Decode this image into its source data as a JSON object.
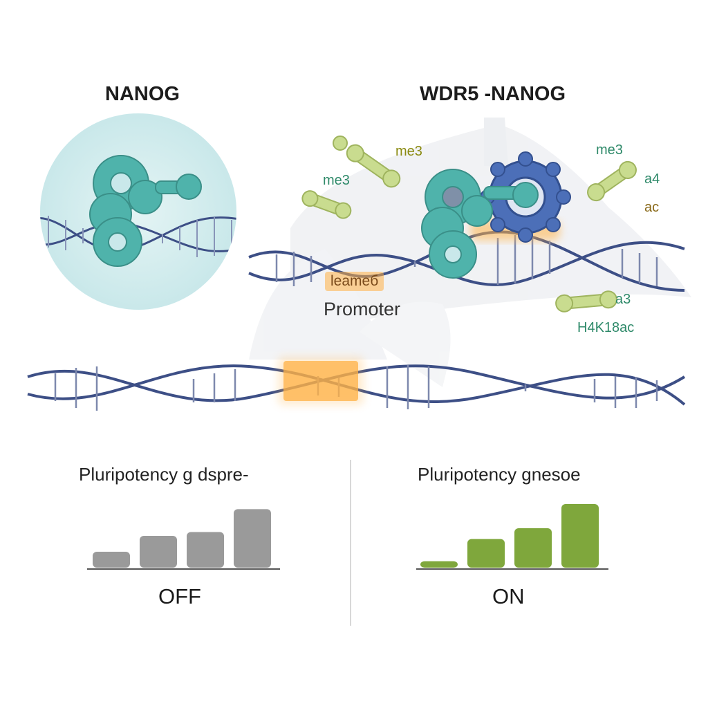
{
  "titles": {
    "left": "NANOG",
    "right": "WDR5 -NANOG"
  },
  "marks": {
    "me3_top": "me3",
    "me3_left": "me3",
    "me3_right": "me3",
    "a4": "a4",
    "ac": "ac",
    "a3": "a3",
    "h4k18ac": "H4K18ac"
  },
  "promoter": {
    "box_text": "leameб",
    "label": "Promoter"
  },
  "panels": {
    "left": {
      "title": "Pluripotency g dspre-",
      "state": "OFF",
      "bars": [
        0.25,
        0.5,
        0.56,
        0.92
      ]
    },
    "right": {
      "title": "Pluripotency gnesoe",
      "state": "ON",
      "bars": [
        0.1,
        0.45,
        0.62,
        1.0
      ]
    }
  },
  "colors": {
    "nanog": "#4fb3ab",
    "wdr5": "#4c6fb8",
    "dna": "#3d4f86",
    "histone_mark": "#c9dc8f",
    "promoter": "#ffb246",
    "bar_off": "#9a9a9a",
    "bar_on": "#7fa73c",
    "mark_text_green": "#2f8a6a",
    "mark_text_olive": "#8a8a10",
    "mark_text_brown": "#8a6a1a"
  },
  "icons": [
    "protein-blob-icon",
    "histone-tail-icon",
    "dna-helix-icon"
  ]
}
